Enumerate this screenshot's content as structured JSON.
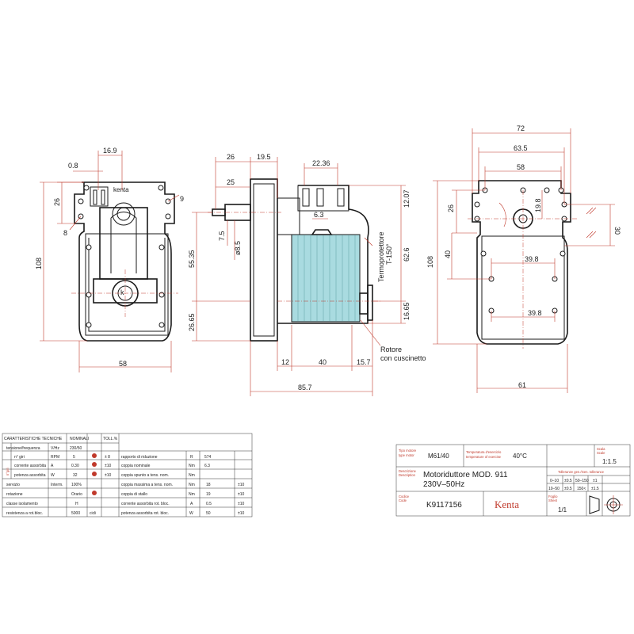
{
  "dimensions": {
    "d169": "16.9",
    "d08": "0.8",
    "d26a": "26",
    "d9": "9",
    "d8": "8",
    "d108a": "108",
    "d58a": "58",
    "d26b": "26",
    "d195": "19.5",
    "d25": "25",
    "d2236": "22.36",
    "d63": "6.3",
    "d1207": "12.07",
    "d75": "7.5",
    "d85": "ø8.5",
    "d5535": "55.35",
    "d2665": "26.65",
    "d626": "62.6",
    "d1665": "16.65",
    "d12": "12",
    "d40a": "40",
    "d157": "15.7",
    "d857": "85.7",
    "d72": "72",
    "d635": "63.5",
    "d58b": "58",
    "d26c": "26",
    "d198": "19.8",
    "d30": "30",
    "d40b": "40",
    "d108b": "108",
    "d398a": "39.8",
    "d398b": "39.8",
    "d61": "61"
  },
  "labels": {
    "brand_plate": "kenta",
    "thermo": "Termoprotettore",
    "thermo_val": "T-150°",
    "rotor1": "Rotore",
    "rotor2": "con cuscinetto",
    "gear_k": "k"
  },
  "tech_table": {
    "title": "CARATTERISTICHE TECNICHE",
    "nominal": "NOMINALI",
    "toll": "TOLL.%",
    "side": "n°giri",
    "rows": [
      [
        "tensione/frequenza",
        "V/Hz",
        "230/50",
        "",
        ""
      ],
      [
        "n° giri",
        "RPM",
        "5",
        "",
        "± 8"
      ],
      [
        "corrente assorbita",
        "A",
        "0.30",
        "",
        "±10"
      ],
      [
        "potenza assorbita",
        "W",
        "32",
        "",
        "±10"
      ],
      [
        "servizio",
        "Interm.",
        "100%",
        "",
        ""
      ],
      [
        "rotazione",
        "",
        "Orario",
        "",
        ""
      ],
      [
        "classe isolamento",
        "",
        "H",
        "",
        ""
      ],
      [
        "resistenza a rot.bloc.",
        "",
        "5000",
        "cicli",
        ""
      ]
    ],
    "rows2": [
      [
        "rapporto di riduzione",
        "R",
        "574",
        ""
      ],
      [
        "coppia nominale",
        "Nm",
        "6.3",
        ""
      ],
      [
        "coppia spunto a tens. nom.",
        "Nm",
        "",
        ""
      ],
      [
        "coppia massima a tens. nom.",
        "Nm",
        "18",
        "±10"
      ],
      [
        "coppia di stallo",
        "Nm",
        "19",
        "±10"
      ],
      [
        "corrente assorbita rot. bloc.",
        "A",
        "0.5",
        "±10"
      ],
      [
        "potenza assorbita rot. bloc.",
        "W",
        "50",
        "±10"
      ]
    ]
  },
  "title_block": {
    "tipo_label1": "Tipo motore",
    "tipo_label2": "type motor",
    "tipo_value": "M61/40",
    "temp_label1": "Temperatura d'esercizio",
    "temp_label2": "temperature of exercise",
    "temp_value": "40°C",
    "scala_label1": "Scala",
    "scala_label2": "Scale",
    "scala_value": "1:1.5",
    "desc_label1": "Descrizione",
    "desc_label2": "Description",
    "desc_line1": "Motoriduttore  MOD. 911",
    "desc_line2": "230V–50Hz",
    "tol_label": "Tolleranze gen./Gen. tollerance",
    "tol_h": [
      "0–10",
      "±0.5",
      "50–150",
      "±1"
    ],
    "tol_r": [
      "10–50",
      "±0.5",
      "150<",
      "±1.5"
    ],
    "codice_label1": "Codice",
    "codice_label2": "Code",
    "codice_value": "K9117156",
    "brand": "Kenta",
    "foglio_label1": "Foglio",
    "foglio_label2": "Sheet",
    "foglio_value": "1/1"
  }
}
